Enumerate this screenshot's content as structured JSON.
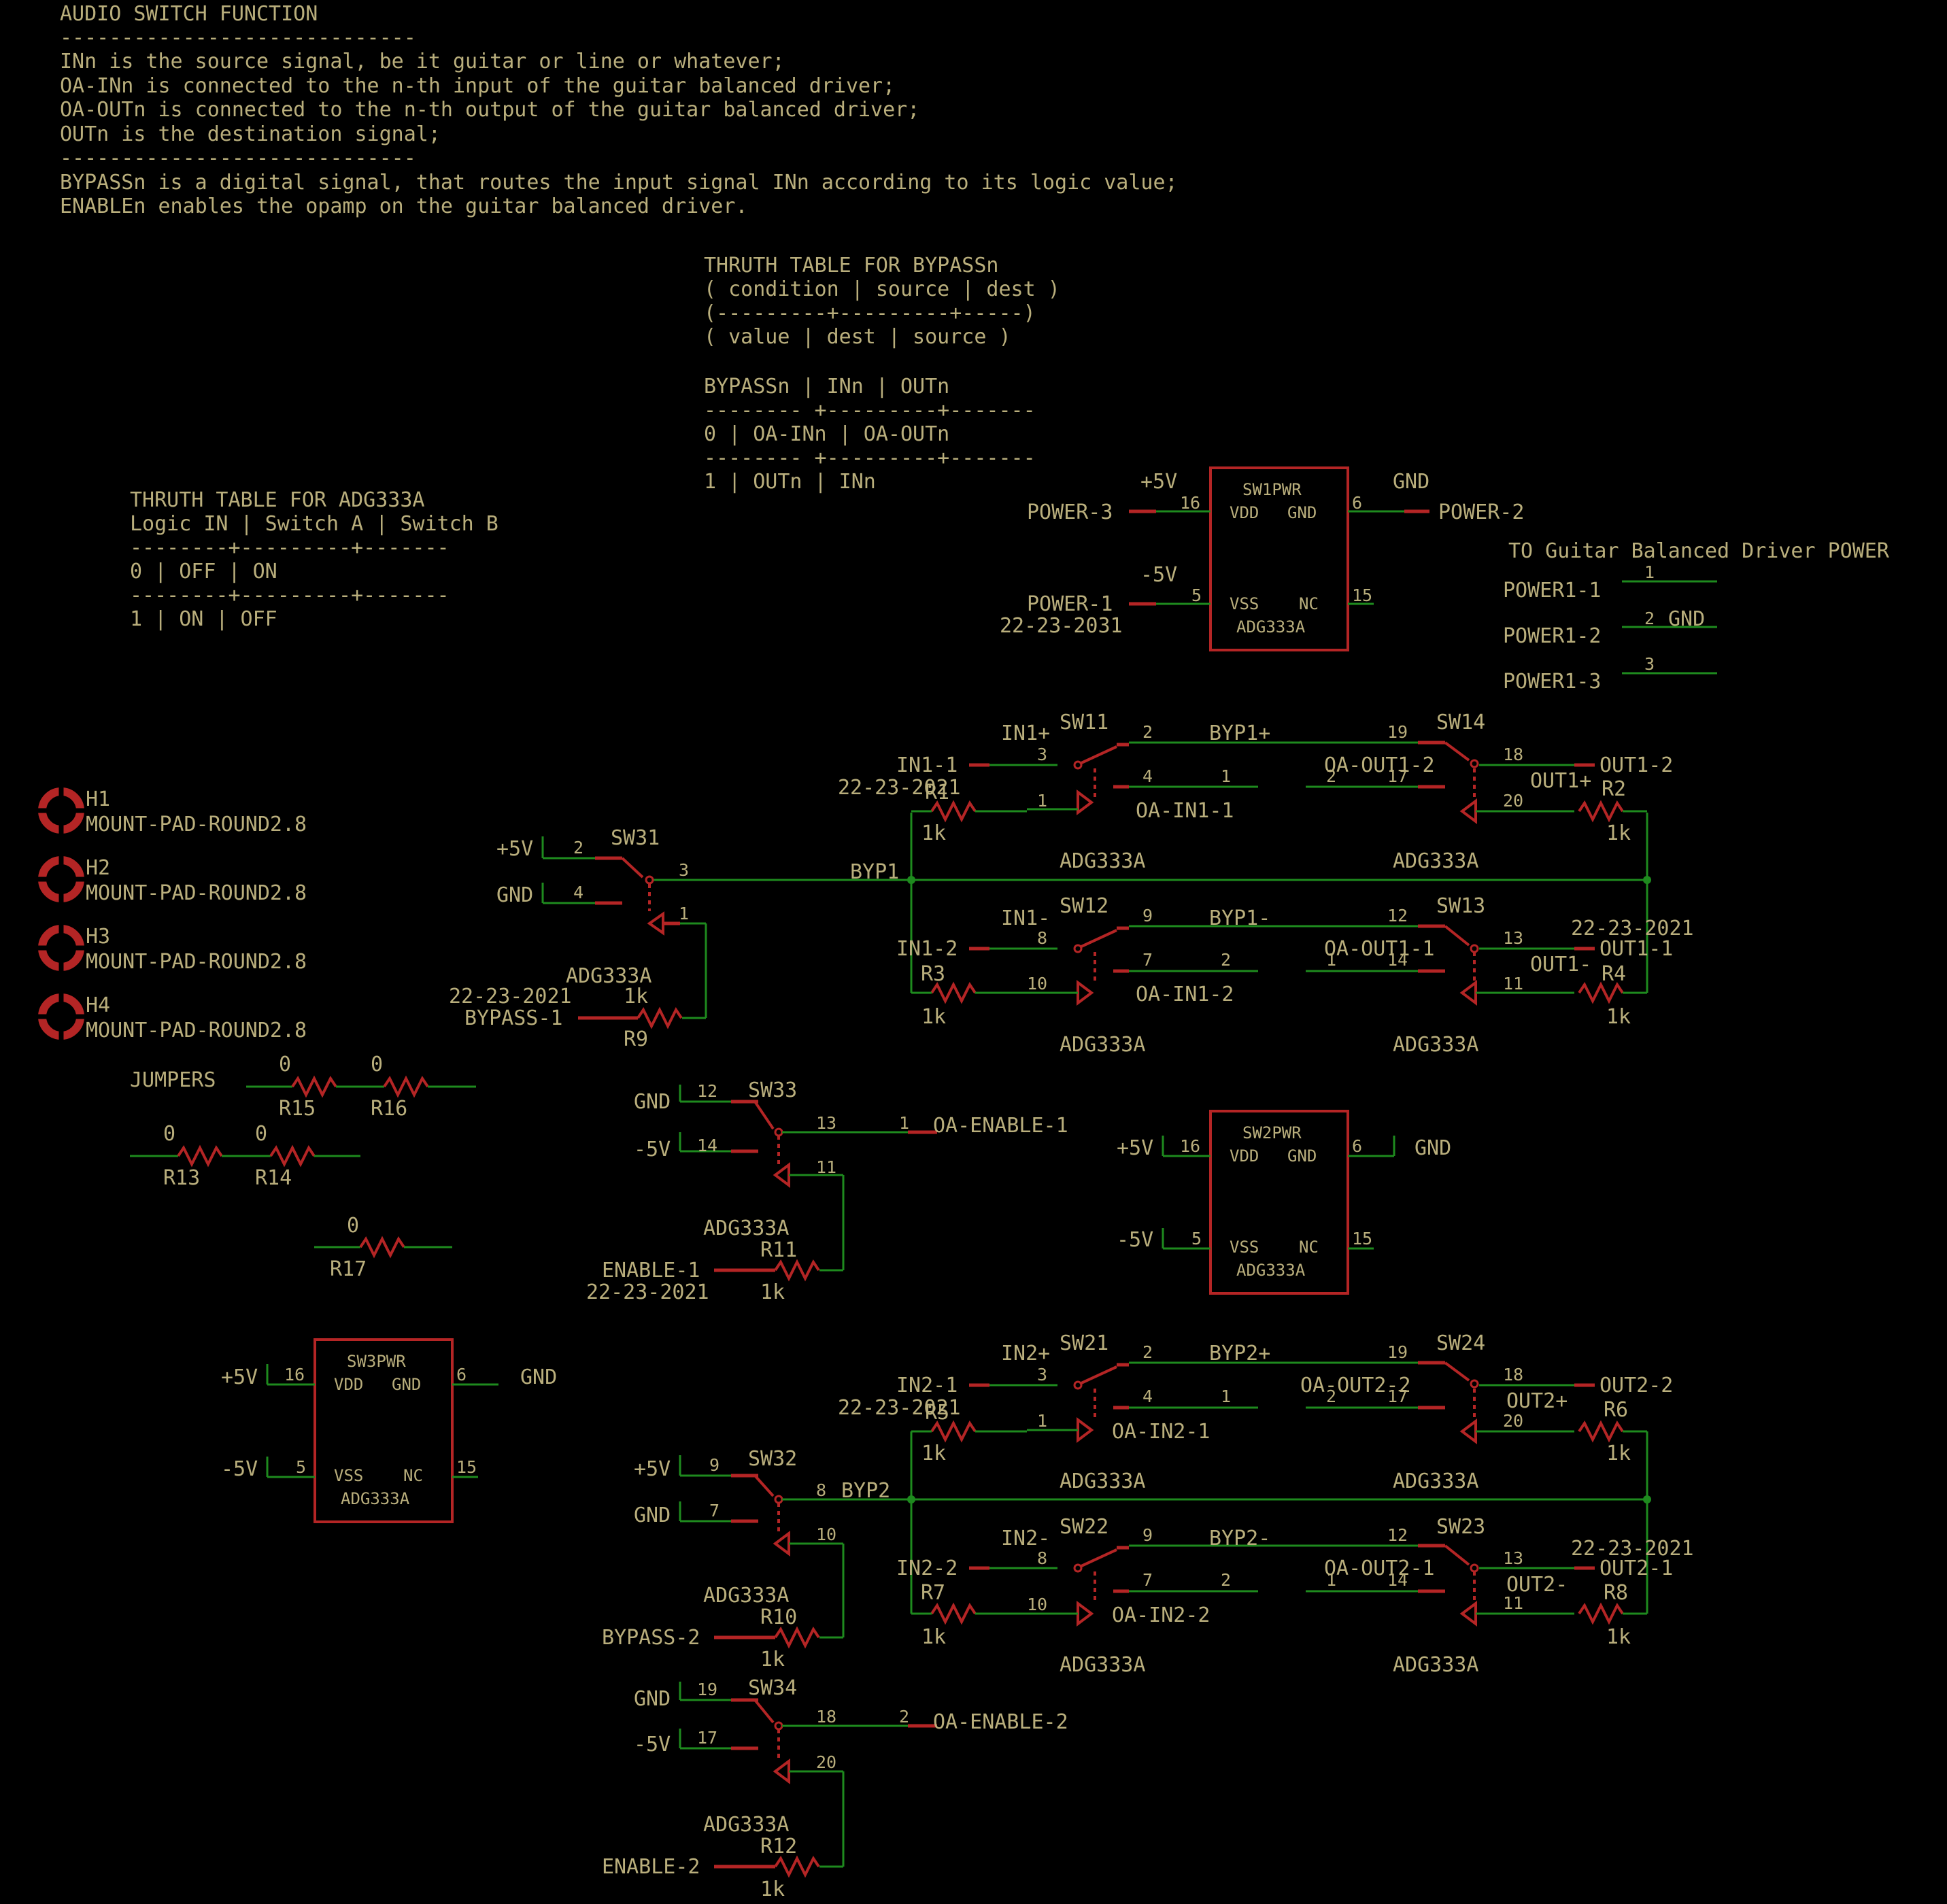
{
  "notes": [
    "AUDIO SWITCH FUNCTION",
    "-----------------------------",
    "INn is the source signal, be it guitar or line or whatever;",
    "OA-INn is connected to the n-th input of the guitar balanced driver;",
    "OA-OUTn is connected to the n-th output of the guitar balanced driver;",
    "OUTn is the destination signal;",
    "-----------------------------",
    "BYPASSn is a digital signal, that routes the input signal INn according to its logic value;",
    "ENABLEn enables the opamp on the guitar balanced driver."
  ],
  "bypass_table": [
    "THRUTH TABLE FOR BYPASSn",
    "( condition | source | dest )",
    "(---------+---------+-----)",
    "( value    | dest    | source )",
    "",
    "BYPASSn  | INn      | OUTn",
    "-------- +---------+-------",
    "0        | OA-INn   | OA-OUTn",
    "-------- +---------+-------",
    "1        | OUTn     | INn"
  ],
  "adg_table": [
    "THRUTH TABLE FOR ADG333A",
    "Logic IN | Switch A | Switch B",
    "--------+---------+-------",
    "0        | OFF      | ON",
    "--------+---------+-------",
    "1        | ON       | OFF"
  ],
  "power_chips": [
    {
      "name": "SW1PWR",
      "part": "ADG333A",
      "pins": [
        "VDD",
        "GND",
        "VSS",
        "NC"
      ],
      "pin_nums": [
        "16",
        "6",
        "5",
        "15"
      ],
      "nets": [
        "+5V",
        "GND",
        "-5V"
      ],
      "ports": [
        "POWER-3",
        "POWER-2",
        "POWER-1"
      ],
      "ref": "22-23-2031"
    },
    {
      "name": "SW2PWR",
      "part": "ADG333A",
      "pins": [
        "VDD",
        "GND",
        "VSS",
        "NC"
      ],
      "pin_nums": [
        "16",
        "6",
        "5",
        "15"
      ],
      "nets": [
        "+5V",
        "GND",
        "-5V"
      ]
    },
    {
      "name": "SW3PWR",
      "part": "ADG333A",
      "pins": [
        "VDD",
        "GND",
        "VSS",
        "NC"
      ],
      "pin_nums": [
        "16",
        "6",
        "5",
        "15"
      ],
      "nets": [
        "+5V",
        "GND",
        "-5V"
      ]
    }
  ],
  "power_connector": {
    "title": "TO Guitar Balanced Driver POWER",
    "rows": [
      {
        "label": "POWER1-1",
        "pin": "1",
        "net": ""
      },
      {
        "label": "POWER1-2",
        "pin": "2",
        "net": "GND"
      },
      {
        "label": "POWER1-3",
        "pin": "3",
        "net": ""
      }
    ]
  },
  "mounts": [
    {
      "name": "H1",
      "value": "MOUNT-PAD-ROUND2.8"
    },
    {
      "name": "H2",
      "value": "MOUNT-PAD-ROUND2.8"
    },
    {
      "name": "H3",
      "value": "MOUNT-PAD-ROUND2.8"
    },
    {
      "name": "H4",
      "value": "MOUNT-PAD-ROUND2.8"
    }
  ],
  "jumpers": {
    "label": "JUMPERS",
    "items": [
      {
        "name": "R15",
        "value": "0"
      },
      {
        "name": "R16",
        "value": "0"
      },
      {
        "name": "R13",
        "value": "0"
      },
      {
        "name": "R14",
        "value": "0"
      },
      {
        "name": "R17",
        "value": "0"
      }
    ]
  },
  "nets": {
    "p5v": "+5V",
    "m5v": "-5V",
    "gnd": "GND",
    "byp1": "BYP1",
    "byp2": "BYP2",
    "byp1p": "BYP1+",
    "byp1m": "BYP1-",
    "byp2p": "BYP2+",
    "byp2m": "BYP2-",
    "in1p": "IN1+",
    "in1m": "IN1-",
    "in2p": "IN2+",
    "in2m": "IN2-",
    "out1p": "OUT1+",
    "out1m": "OUT1-",
    "out2p": "OUT2+",
    "out2m": "OUT2-"
  },
  "ports": {
    "in11": "IN1-1",
    "in12": "IN1-2",
    "in21": "IN2-1",
    "in22": "IN2-2",
    "out12": "OUT1-2",
    "out11": "OUT1-1",
    "out22": "OUT2-2",
    "out21": "OUT2-1",
    "oain11": "OA-IN1-1",
    "oain12": "OA-IN1-2",
    "oain21": "OA-IN2-1",
    "oain22": "OA-IN2-2",
    "oaout12": "OA-OUT1-2",
    "oaout11": "OA-OUT1-1",
    "oaout22": "OA-OUT2-2",
    "oaout21": "OA-OUT2-1",
    "bypass1": "BYPASS-1",
    "bypass2": "BYPASS-2",
    "enable1": "ENABLE-1",
    "enable2": "ENABLE-2",
    "oaen1": "OA-ENABLE-1",
    "oaen2": "OA-ENABLE-2"
  },
  "connector_ref": "22-23-2021",
  "part": "ADG333A",
  "switches": {
    "sw11": "SW11",
    "sw12": "SW12",
    "sw13": "SW13",
    "sw14": "SW14",
    "sw21": "SW21",
    "sw22": "SW22",
    "sw23": "SW23",
    "sw24": "SW24",
    "sw31": "SW31",
    "sw32": "SW32",
    "sw33": "SW33",
    "sw34": "SW34"
  },
  "resistors": {
    "value": "1k",
    "names": {
      "r1": "R1",
      "r2": "R2",
      "r3": "R3",
      "r4": "R4",
      "r5": "R5",
      "r6": "R6",
      "r7": "R7",
      "r8": "R8",
      "r9": "R9",
      "r10": "R10",
      "r11": "R11",
      "r12": "R12"
    }
  }
}
